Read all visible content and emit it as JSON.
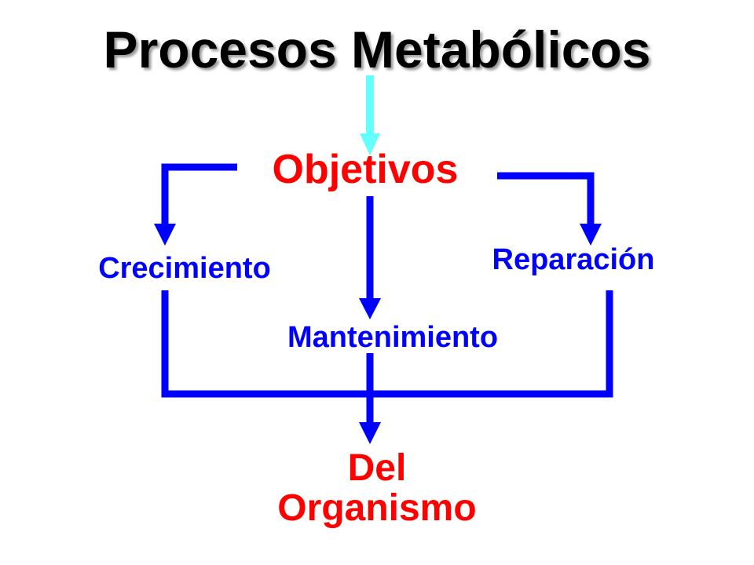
{
  "diagram": {
    "title": "Procesos Metabólicos",
    "center": "Objetivos",
    "branches": {
      "left": "Crecimiento",
      "middle": "Mantenimiento",
      "right": "Reparación"
    },
    "result": {
      "line1": "Del",
      "line2": "Organismo"
    }
  },
  "colors": {
    "title": "#000000",
    "center": "#ff0000",
    "branch": "#0000ff",
    "result": "#ff0000",
    "connector": "#0000ff",
    "title_arrow": "#66ffff"
  }
}
